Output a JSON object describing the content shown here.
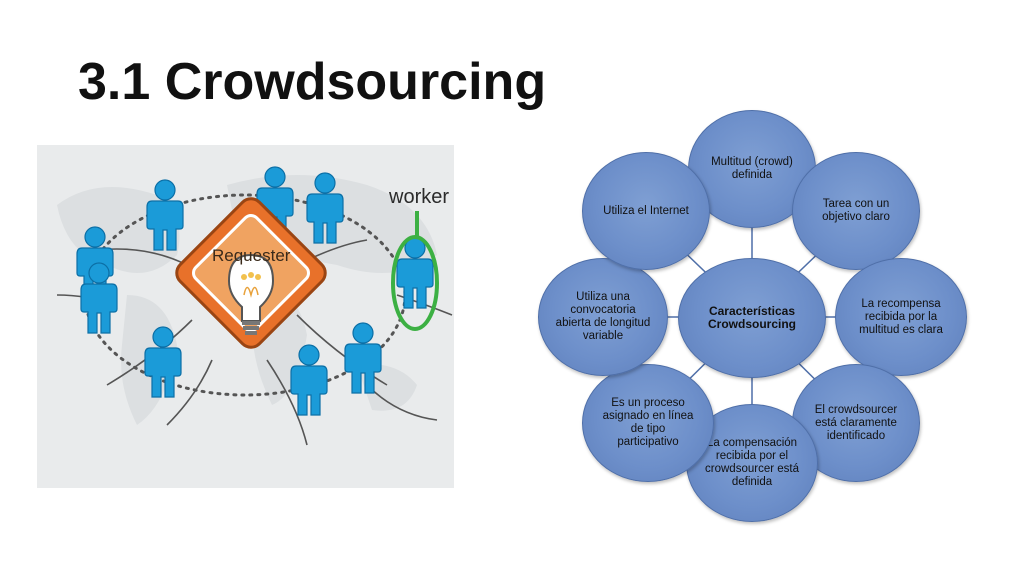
{
  "slide": {
    "title": "3.1 Crowdsourcing"
  },
  "illustration": {
    "center_label": "Requester",
    "worker_label": "worker",
    "colors": {
      "person": "#1b9bd8",
      "person_dark": "#0c6fa6",
      "diamond": "#e8712a",
      "worker_ring": "#3cb043",
      "map": "#d9dcde"
    }
  },
  "diagram": {
    "center": "Características Crowdsourcing",
    "nodes": [
      "Multitud (crowd) definida",
      "Tarea con un objetivo claro",
      "La recompensa recibida por la multitud es clara",
      "El crowdsourcer está claramente identificado",
      "La compensación recibida por el crowdsourcer está definida",
      "Es un proceso asignado en línea de tipo participativo",
      "Utiliza una convocatoria abierta de longitud variable",
      "Utiliza el Internet"
    ],
    "colors": {
      "fill": "#7393cd",
      "border": "#4f6fa8"
    }
  }
}
